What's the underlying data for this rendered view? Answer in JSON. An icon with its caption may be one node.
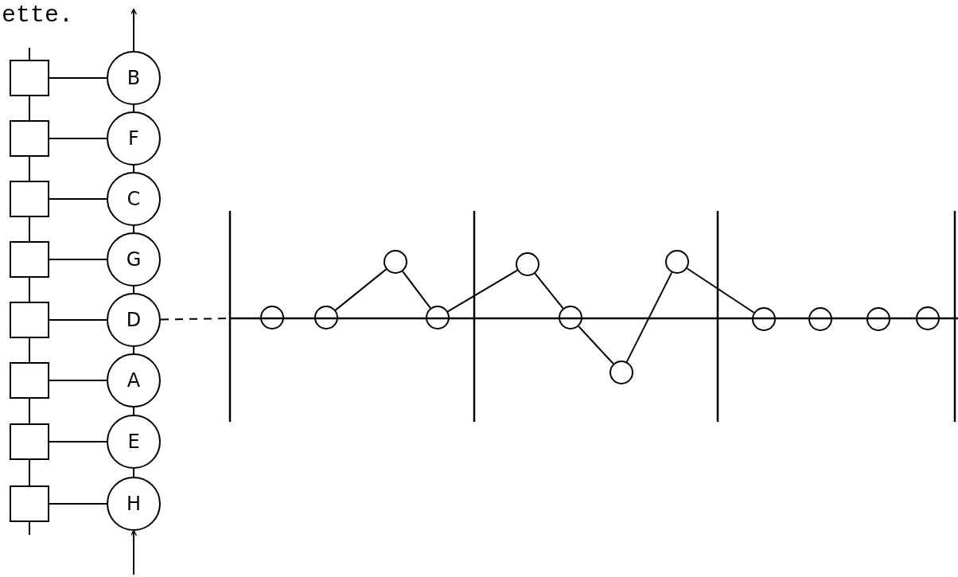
{
  "diagram": {
    "nodes": [
      {
        "text": [],
        "shape": "box"
      },
      {
        "text": [],
        "shape": "box"
      },
      {
        "text": [],
        "shape": "box"
      },
      {
        "text": [],
        "shape": "box"
      },
      {
        "text": [],
        "shape": "box"
      },
      {
        "text": [],
        "shape": "box"
      },
      {
        "text": [],
        "shape": "box"
      },
      {
        "text": [],
        "shape": "box"
      },
      {
        "text": [
          "B"
        ]
      },
      {
        "text": [
          "F"
        ]
      },
      {
        "text": [
          "C"
        ]
      },
      {
        "text": [
          "G"
        ]
      },
      {
        "text": [
          "D"
        ]
      },
      {
        "text": [
          "A"
        ]
      },
      {
        "text": [
          "E"
        ]
      },
      {
        "text": [
          "H"
        ]
      },
      {
        "text": [],
        "shape": "circle"
      },
      {
        "text": [],
        "shape": "circle"
      },
      {
        "text": [],
        "shape": "circle"
      },
      {
        "text": [],
        "shape": "circle"
      },
      {
        "text": [],
        "shape": "circle"
      },
      {
        "text": [],
        "shape": "circle"
      },
      {
        "text": [],
        "shape": "circle"
      },
      {
        "text": [],
        "shape": "circle"
      },
      {
        "text": [],
        "shape": "circle"
      },
      {
        "text": [],
        "shape": "circle"
      },
      {
        "text": [],
        "shape": "circle"
      },
      {
        "text": [],
        "shape": "circle"
      }
    ],
    "edges": [
      {
        "from": null,
        "to": 0,
        "arrow": "none"
      },
      {
        "from": 0,
        "to": 1,
        "arrow": "none"
      },
      {
        "from": 1,
        "to": 2,
        "arrow": "none"
      },
      {
        "from": 2,
        "to": 3,
        "arrow": "none"
      },
      {
        "from": 3,
        "to": 4,
        "arrow": "none"
      },
      {
        "from": 4,
        "to": 5,
        "arrow": "none"
      },
      {
        "from": 5,
        "to": 6,
        "arrow": "none"
      },
      {
        "from": 6,
        "to": 7,
        "arrow": "none"
      },
      {
        "from": 7,
        "to": null,
        "arrow": "none"
      },
      {
        "from": 8,
        "to": null,
        "arrow": "to"
      },
      {
        "from": 8,
        "to": 9,
        "arrow": "none"
      },
      {
        "from": 9,
        "to": 10,
        "arrow": "none"
      },
      {
        "from": 10,
        "to": 11,
        "arrow": "none"
      },
      {
        "from": 11,
        "to": 12,
        "arrow": "none"
      },
      {
        "from": 12,
        "to": 13,
        "arrow": "none"
      },
      {
        "from": 13,
        "to": 14,
        "arrow": "none"
      },
      {
        "from": 14,
        "to": 15,
        "arrow": "none"
      },
      {
        "from": null,
        "to": 15,
        "arrow": "to"
      },
      {
        "from": 0,
        "to": 8,
        "arrow": "none"
      },
      {
        "from": 1,
        "to": 9,
        "arrow": "none"
      },
      {
        "from": 2,
        "to": 10,
        "arrow": "none"
      },
      {
        "from": 3,
        "to": 11,
        "arrow": "none"
      },
      {
        "from": 4,
        "to": 12,
        "arrow": "none"
      },
      {
        "from": 5,
        "to": 13,
        "arrow": "none"
      },
      {
        "from": 6,
        "to": 14,
        "arrow": "none"
      },
      {
        "from": 7,
        "to": 15,
        "arrow": "none"
      },
      {
        "from": 12,
        "to": null,
        "arrow": "none",
        "style": "dashed"
      },
      {
        "from": 17,
        "to": 18,
        "arrow": "none"
      },
      {
        "from": 18,
        "to": 19,
        "arrow": "none"
      },
      {
        "from": 19,
        "to": 20,
        "arrow": "none"
      },
      {
        "from": 20,
        "to": 21,
        "arrow": "none"
      },
      {
        "from": 21,
        "to": 22,
        "arrow": "none"
      },
      {
        "from": 22,
        "to": 23,
        "arrow": "none"
      },
      {
        "from": 23,
        "to": 24,
        "arrow": "none"
      }
    ],
    "labels": [
      "ette."
    ]
  }
}
